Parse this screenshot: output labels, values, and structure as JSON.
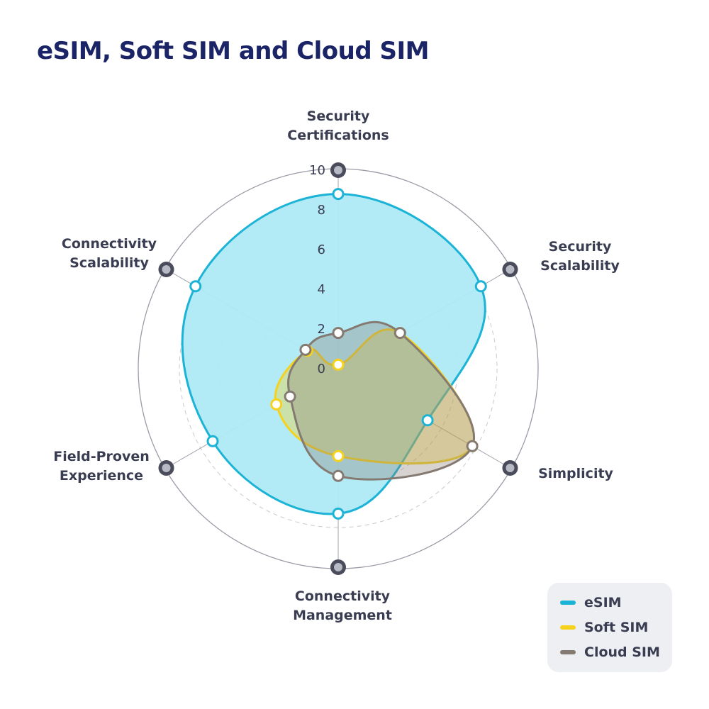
{
  "title": "eSIM, Soft SIM and Cloud SIM",
  "chart_data": {
    "type": "radar",
    "title": "eSIM, Soft SIM and Cloud SIM",
    "axes": [
      [
        "Security",
        "Certifications"
      ],
      [
        "Security",
        "Scalability"
      ],
      [
        "Simplicity"
      ],
      [
        "Connectivity",
        "Management"
      ],
      [
        "Field-Proven",
        "Experience"
      ],
      [
        "Connectivity",
        "Scalability"
      ]
    ],
    "axis_names": [
      "Security Certifications",
      "Security Scalability",
      "Simplicity",
      "Connectivity Management",
      "Field-Proven Experience",
      "Connectivity Scalability"
    ],
    "ticks": [
      "0",
      "2",
      "4",
      "6",
      "8",
      "10"
    ],
    "range": [
      0,
      10
    ],
    "series": [
      {
        "name": "eSIM",
        "color": "#1bb3d6",
        "fill": "#aee9f5",
        "values": [
          8.8,
          8.3,
          5.2,
          7.3,
          7.3,
          8.3
        ]
      },
      {
        "name": "Soft SIM",
        "color": "#f6d21c",
        "fill": "#f6d21c",
        "values": [
          0.2,
          3.6,
          7.8,
          4.4,
          3.6,
          1.8
        ]
      },
      {
        "name": "Cloud SIM",
        "color": "#857a72",
        "fill": "#8a8078",
        "values": [
          1.8,
          3.6,
          7.8,
          5.4,
          2.8,
          1.9
        ]
      }
    ],
    "legend_position": "bottom-right",
    "grid": true
  },
  "legend": [
    {
      "label": "eSIM",
      "color": "#1bb3d6"
    },
    {
      "label": "Soft SIM",
      "color": "#f6d21c"
    },
    {
      "label": "Cloud SIM",
      "color": "#857a72"
    }
  ]
}
